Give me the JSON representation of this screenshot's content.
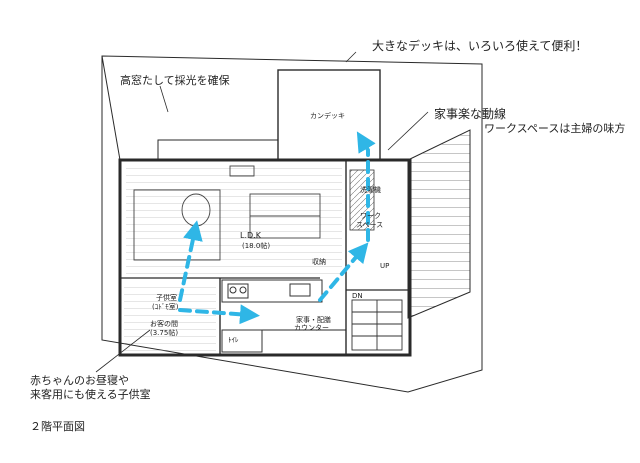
{
  "annotations": {
    "deck_note": "大きなデッキは、いろいろ使えて便利！",
    "ceiling_note": "高窓たして採光を確保",
    "housework_note": "家事楽な動線",
    "workspace_note": "ワークスペースは主婦の味方",
    "kids_note_line1": "赤ちゃんのお昼寝や",
    "kids_note_line2": "来客用にも使える子供室",
    "floor_label": "２階平面図"
  },
  "room_labels": {
    "deck": "カンデッキ",
    "ldk": "L.D.K",
    "ldk_area": "(18.0帖)",
    "kids_room": "子供室",
    "kids_room_sub": "(ｺﾄﾞﾓ室)",
    "guest_room": "お客の間",
    "guest_room_area": "(3.75帖)",
    "work_space": "ワーク",
    "work_space_sub": "スペース",
    "washroom": "洗濯機",
    "toilet": "ﾄｲﾚ",
    "storage": "収納",
    "counter": "家事・配膳",
    "counter_sub": "カウンター",
    "ups": "UP",
    "dn": "DN"
  },
  "colors": {
    "line": "#2a2a2a",
    "flow_arrow": "#2fb6e6",
    "hatch": "#555555"
  }
}
